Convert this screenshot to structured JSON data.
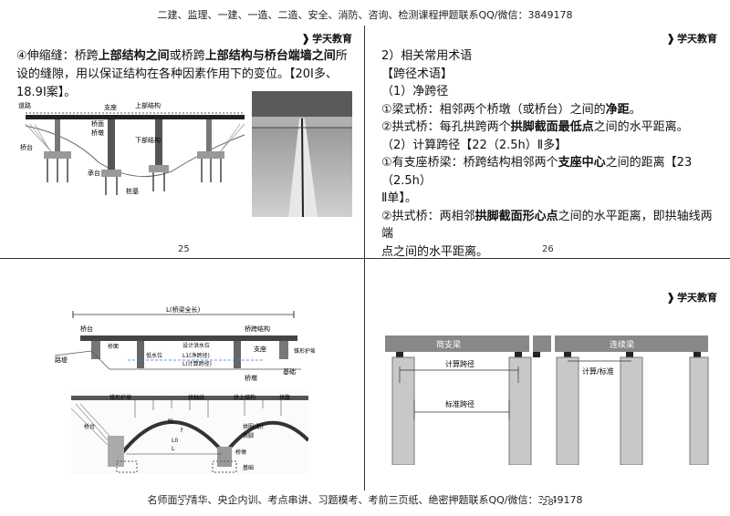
{
  "header": {
    "text": "二建、监理、一建、一造、二造、安全、消防、咨询、检测课程押题联系QQ/微信：3849178"
  },
  "footer": {
    "text": "名师面授精华、央企内训、考点串讲、习题模考、考前三页纸、绝密押题联系QQ/微信：3849178"
  },
  "logo": {
    "text": "学天教育",
    "mark": "❱"
  },
  "slide25": {
    "para_prefix": "④伸缩缝：桥跨",
    "para_b1": "上部结构之间",
    "para_mid1": "或桥跨",
    "para_b2": "上部结构与桥台端墙之间",
    "para_mid2": "所设的缝隙，用以保证结构在各种因素作用下的变位。【20Ⅰ多、",
    "para_line3": "18.9Ⅰ案】。",
    "page": "25",
    "diagram_labels": [
      "道路",
      "支座",
      "上部结构",
      "桥墩",
      "桥面",
      "下部结构",
      "桥台",
      "承台",
      "桩基"
    ]
  },
  "slide26": {
    "line1": "2）相关常用术语",
    "line2": "【跨径术语】",
    "line3": "（1）净跨径",
    "line4_a": "①梁式桥：相邻两个桥墩（或桥台）之间的",
    "line4_b": "净距",
    "line4_c": "。",
    "line5_a": "②拱式桥：每孔拱跨两个",
    "line5_b": "拱脚截面最低点",
    "line5_c": "之间的水平距离。",
    "line6": "（2）计算跨径【22（2.5h）Ⅱ多】",
    "line7_a": "①有支座桥梁：桥跨结构相邻两个",
    "line7_b": "支座中心",
    "line7_c": "之间的距离【23（2.5h）",
    "line8": "Ⅱ单】。",
    "line9_a": "②拱式桥：两相邻",
    "line9_b": "拱脚截面形心点",
    "line9_c": "之间的水平距离，即拱轴线两端",
    "line10": "点之间的水平距离。",
    "page": "26"
  },
  "slide27": {
    "top_labels": [
      "L(桥梁全长)",
      "桥台",
      "桥跨结构",
      "桥面",
      "低水位",
      "设计洪水位",
      "L1(净跨径)",
      "L(计算跨径)",
      "支座",
      "锥形护坡",
      "路堤",
      "基础",
      "桥墩"
    ],
    "arch_labels": [
      "锥形护坡",
      "拱轴线",
      "拱上结构",
      "拱腹",
      "桥台",
      "拱圈(肋)",
      "拱脚",
      "桥墩",
      "基础",
      "f0",
      "L0",
      "f",
      "L"
    ],
    "page": "27"
  },
  "slide28": {
    "labels": [
      "简支梁",
      "计算跨径",
      "标准跨径",
      "连续梁",
      "计算/标准"
    ],
    "page": "28"
  }
}
